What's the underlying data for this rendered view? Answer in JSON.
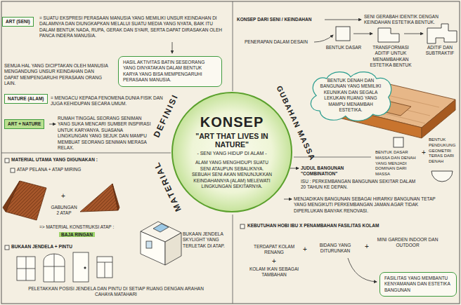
{
  "diagram": {
    "nodes": [
      {
        "text": [
          "ART (SENI)"
        ]
      },
      {
        "text": [
          "HASIL AKTIVITAS BATIN SESEORANG YANG DINYATAKAN DALAM BENTUK KARYA YANG BISA MEMPENGARUHI PERASAAN MANUSIA."
        ]
      },
      {
        "text": [
          "NATURE (ALAM)"
        ]
      },
      {
        "text": [
          "ART + NATURE"
        ]
      },
      {
        "text": [
          "KONSEP",
          "\"ART THAT LIVES IN NATURE\"",
          "- SENI YANG HIDUP DI ALAM -",
          "ALAM YANG MENGHIDUPI SUATU SENI ATAUPUN SEBALIKNYA. SEBUAH SENI AKAN MENUNJUKKAN KEINDAHANNYA (ALAM) MELEWATI LINGKUNGAN SEKITARNYA."
        ]
      },
      {
        "text": [
          "BENTUK DENAH DAN BANGUNAN YANG MEMILIKI KEUNIKAN DAN SEGALA LEKUKAN RUANG YANG MAMPU MENAMBAH ESTETIKA."
        ]
      },
      {
        "text": [
          "FASILITAS YANG MEMBANTU KENYAMANAN DAN ESTETIKA BANGUNAN"
        ]
      }
    ],
    "labels": [
      "= SUATU EKSPRESI PERASAAN MANUSIA YANG MEMILIKI UNSUR KEINDAHAN DI DALAMNYA DAN DIUNGKAPKAN MELALUI SUATU MEDIA YANG NYATA, BAIK ITU DALAM BENTUK NADA, RUPA, GERAK DAN SYAIR, SERTA DAPAT DIRASAKAN OLEH PANCA INDERA MANUSIA.",
      "SEMUA HAL YANG DICIPTAKAN OLEH MANUSIA MENGANDUNG UNSUR KEINDAHAN DAN DAPAT MEMPENGARUHI PERASAAN ORANG LAIN.",
      "= MENGACU KEPADA FENOMENA DUNIA FISIK DAN JUGA KEHIDUPAN SECARA UMUM.",
      "RUMAH TINGGAL SEORANG SENIMAN YANG SUKA MENCARI SUMBER INSPIRASI UNTUK KARYANYA. SUASANA LINGKUNGAN YANG SEJUK DAN MAMPU MEMBUAT SEORANG SENIMAN MERASA RELAX.",
      "DEFINISI",
      "GUBAHAN MASSA",
      "MATERIAL",
      "KONSEP DARI SENI / KEINDAHAN",
      "SENI GERABAH IDENTIK DENGAN KEINDAHAN ESTETIKA BENTUK.",
      "PENERAPAN DALAM DESAIN",
      "BENTUK DASAR",
      "TRANSFORMASI ADITIF UNTUK MENAMBAHKAN ESTETIKA BENTUK",
      "ADITIF DAN SUBTRAKTIF",
      "BENTUK DASAR MASSA DAN DENAH YANG MENJADI DOMINAN DARI MASSA",
      "+",
      "BENTUK PENDUKUNG GEOMETRI TERAS DARI DENAH",
      "JUDUL BANGUNAN \"COMBINATION\"",
      "ISU : PERKEMBANGAN BANGUNAN SEKITAR DALAM 20 TAHUN KE DEPAN.",
      "MENJADIKAN BANGUNAN SEBAGAI HIRARKI/ BANGUNAN TETAP YANG MENGIKUTI PERKEMBANGAN JAMAN AGAR TIDAK DIPERLUKAN BANYAK RENOVASI.",
      "KEBUTUHAN HOBI IBU X PENAMBAHAN FASILITAS KOLAM",
      "TERDAPAT KOLAM RENANG",
      "+",
      "KOLAM IKAN SEBAGAI TAMBAHAN",
      "+",
      "BIDANG YANG DITURUNKAN",
      "+",
      "MINI GARDEN INDOOR DAN OUTDOOR",
      "MATERIAL UTAMA YANG DIGUNAKAN :",
      "ATAP PELANA + ATAP MIRING",
      "+",
      "GABUNGAN 2 ATAP",
      "=> MATERIAL KONSTRUKSI ATAP :",
      "BAJA RINGAN",
      "BUKAAN JENDELA + PINTU",
      "BUKAAN JENDELA SKYLIGHT YANG TERLETAK DI ATAP.",
      "PELETAKKAN POSISI JENDELA DAN PINTU DI SETIAP RUANG DENGAN ARAHAN CAHAYA MATAHARI"
    ]
  }
}
